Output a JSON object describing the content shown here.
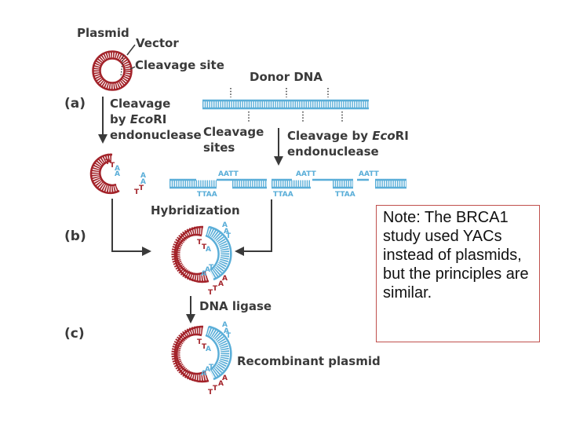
{
  "labels": {
    "plasmid": "Plasmid",
    "vector": "Vector",
    "cleavage_site": "Cleavage site",
    "donor_dna": "Donor DNA",
    "cleavage_line1": "Cleavage",
    "cleavage_line2_prefix": "by ",
    "eco": "Eco",
    "ri": "RI",
    "endonuclease": "endonuclease",
    "cleavage_sites_line1": "Cleavage",
    "cleavage_sites_line2": "sites",
    "cleavage_by": "Cleavage by ",
    "hybridization": "Hybridization",
    "dna_ligase": "DNA ligase",
    "recombinant_plasmid": "Recombinant plasmid"
  },
  "parts": {
    "a": "(a)",
    "b": "(b)",
    "c": "(c)"
  },
  "sticky_ends": {
    "top": "AATT",
    "bottom": "TTAA"
  },
  "bases": {
    "t": "T",
    "a": "A"
  },
  "note": "Note: The BRCA1 study used YACs instead of plasmids, but the principles are similar.",
  "colors": {
    "plasmid": "#a3232a",
    "donor": "#5aaed8",
    "text": "#3a3a3a",
    "note_border": "#c0504d"
  }
}
